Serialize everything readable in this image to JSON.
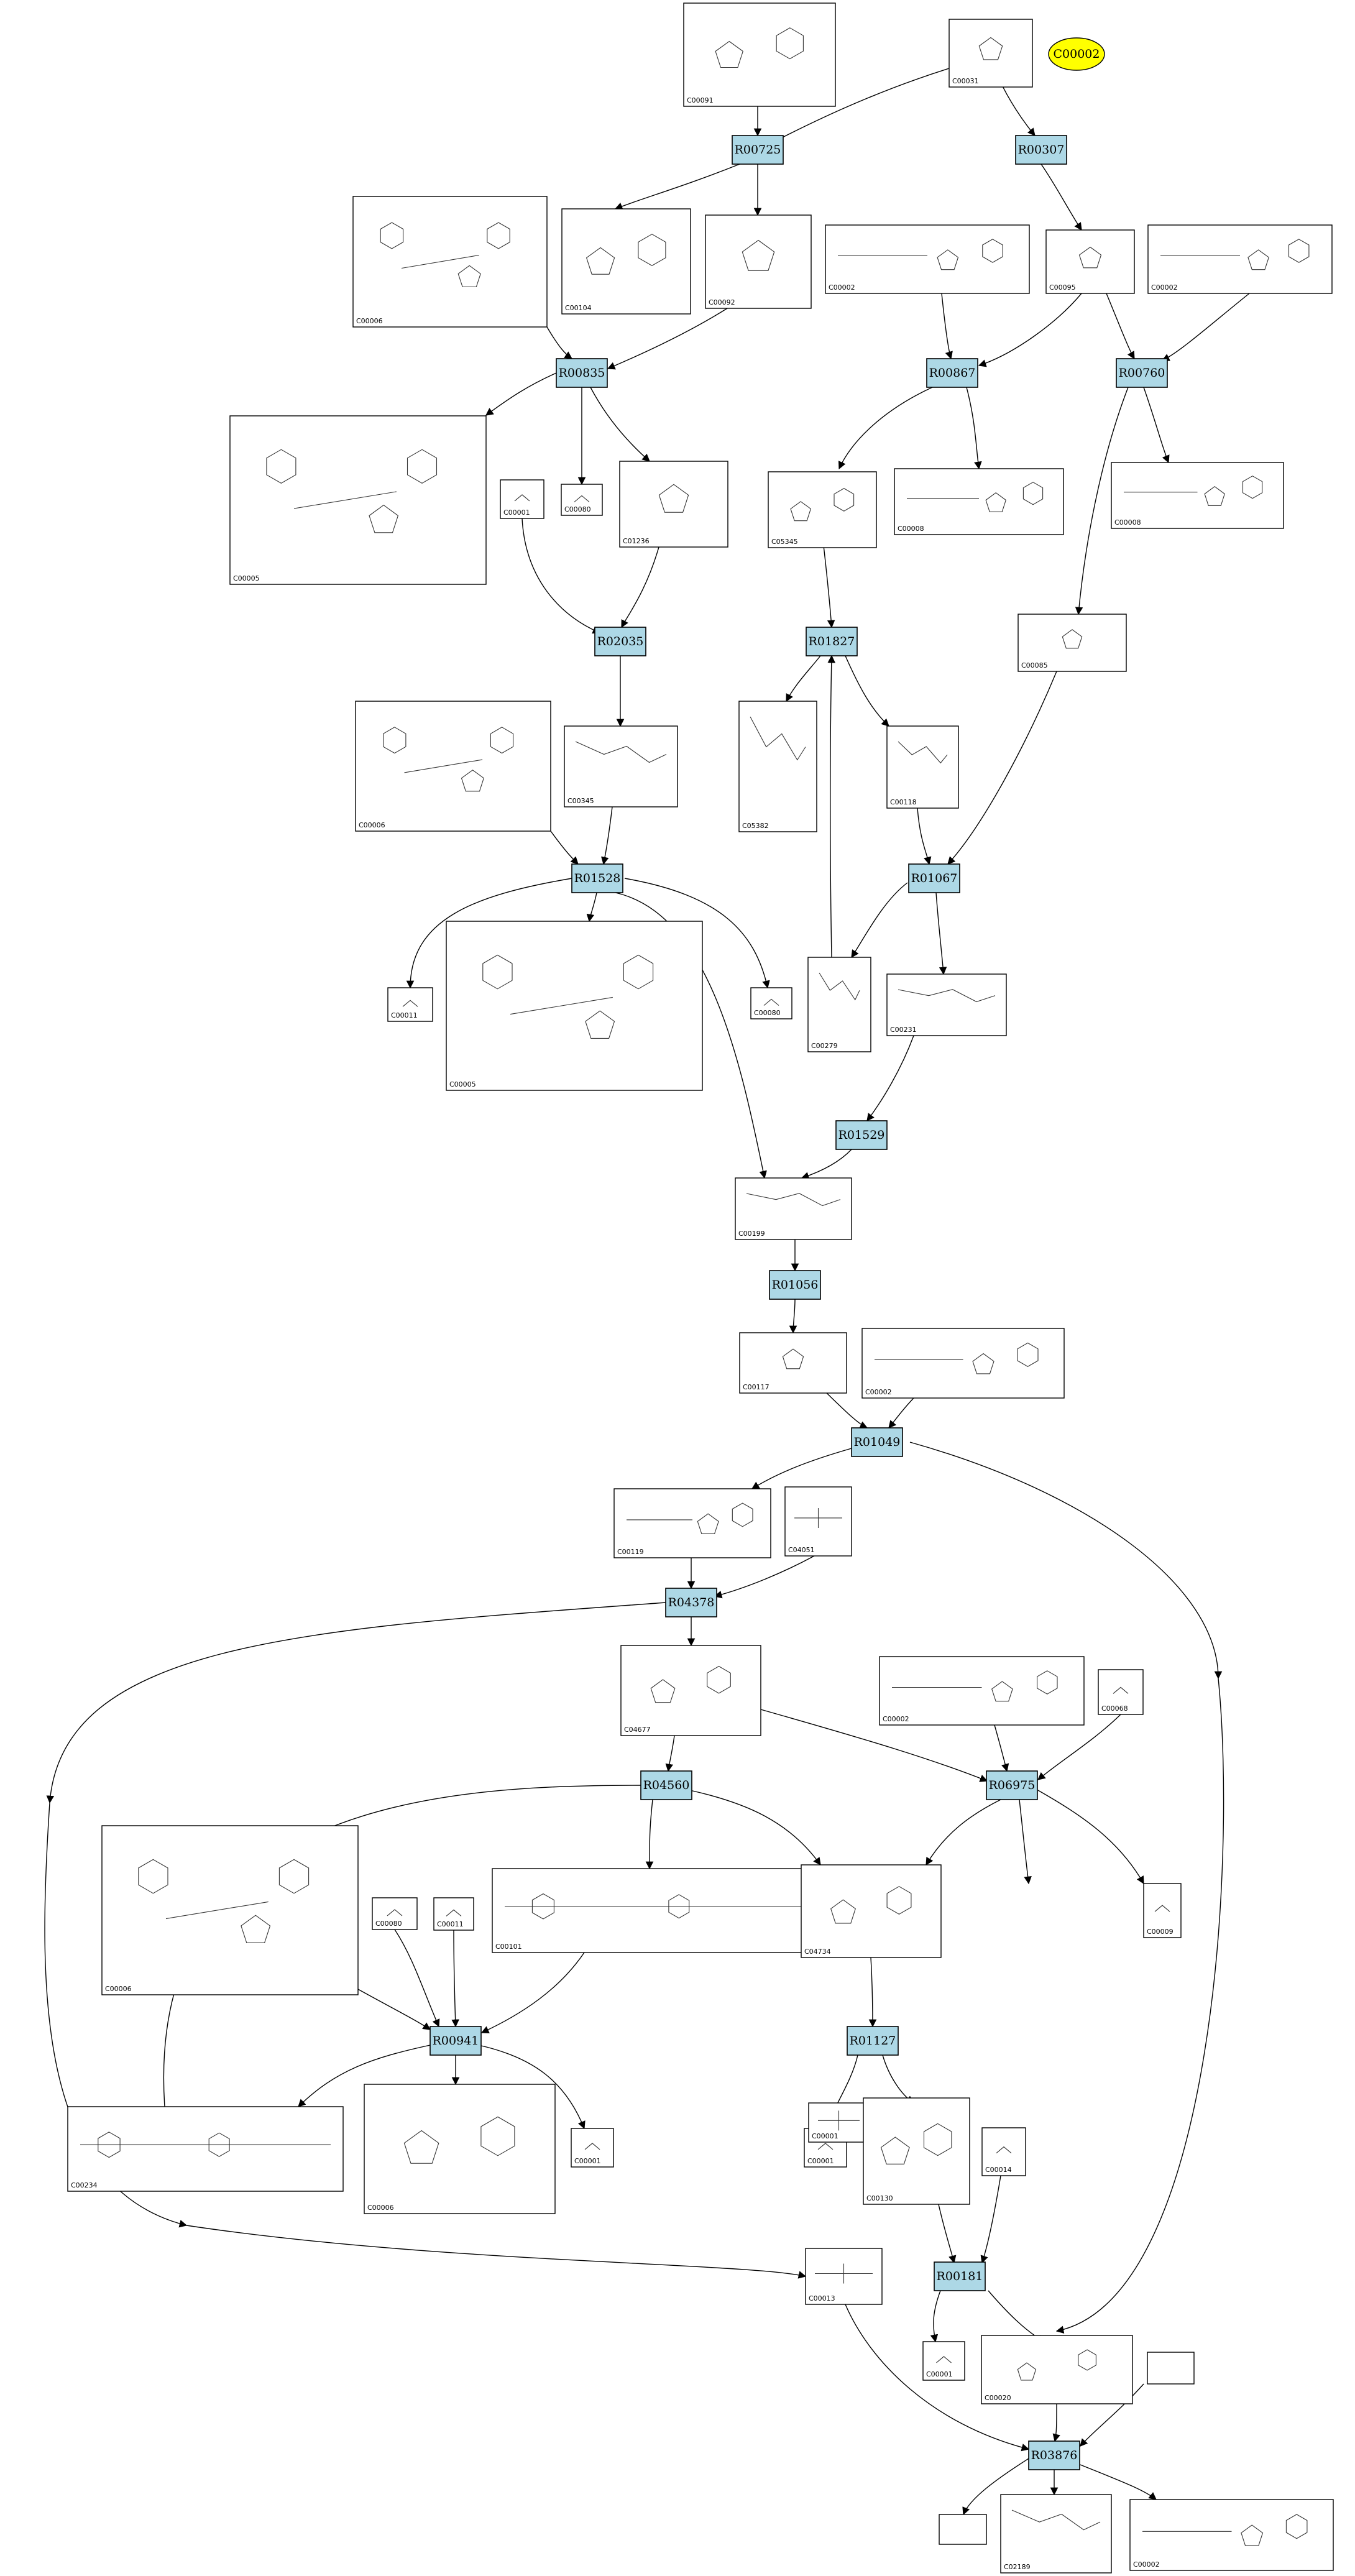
{
  "highlight": {
    "label": "C00002",
    "color": "#ffff00"
  },
  "colors": {
    "reaction_fill": "#add8e6",
    "highlight_fill": "#ffff00"
  },
  "reactions": [
    "R00725",
    "R00307",
    "R00835",
    "R00867",
    "R00760",
    "R02035",
    "R01827",
    "R01528",
    "R01067",
    "R01529",
    "R01056",
    "R01049",
    "R04378",
    "R04560",
    "R06975",
    "R01127",
    "R00941",
    "R00181",
    "R03876"
  ],
  "compounds": [
    "C00091",
    "C00031",
    "C00006",
    "C00104",
    "C00092",
    "C00001",
    "C00002",
    "C00095",
    "C00005",
    "C00080",
    "C01236",
    "C05345",
    "C00008",
    "C00085",
    "C00006",
    "C00345",
    "C05382",
    "C00118",
    "C00011",
    "C00005",
    "C00080",
    "C00279",
    "C00231",
    "C00199",
    "C00117",
    "C00002",
    "C00119",
    "C04051",
    "C04677",
    "C00002",
    "C00068",
    "C00006",
    "C00080",
    "C00011",
    "C00101",
    "C04734",
    "C00001",
    "C00009",
    "C00234",
    "C00006",
    "C00001",
    "C00001",
    "C00130",
    "C00014",
    "C00013",
    "C00001",
    "C00020",
    "C02189",
    "C00002"
  ]
}
